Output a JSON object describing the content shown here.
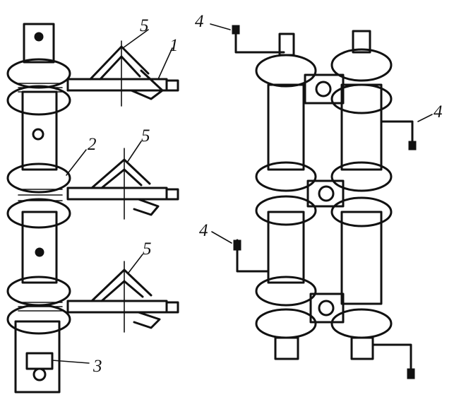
{
  "figure": {
    "callouts": {
      "left_1": "1",
      "left_2": "2",
      "left_3": "3",
      "left_5a": "5",
      "left_5b": "5",
      "left_5c": "5",
      "right_4a": "4",
      "right_4b": "4",
      "right_4c": "4"
    }
  }
}
